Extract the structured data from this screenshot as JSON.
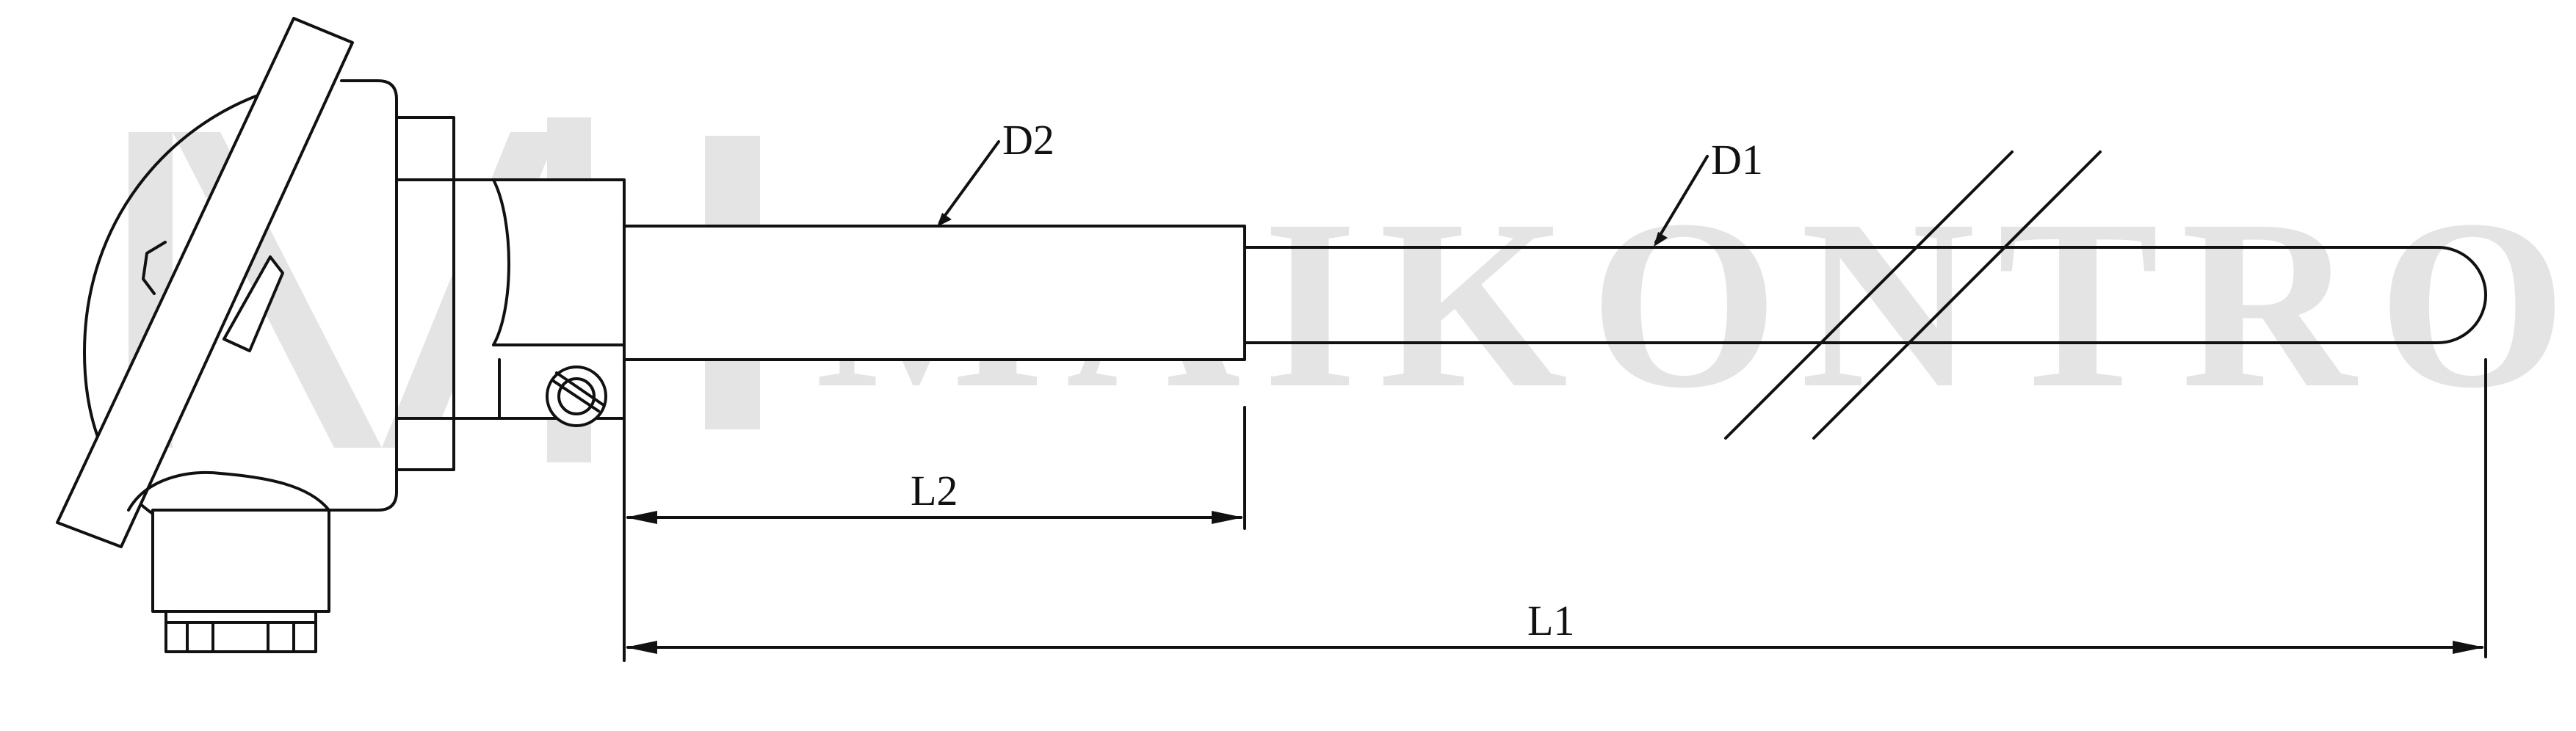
{
  "watermark": {
    "text": "MAIKONTROL",
    "color": "#e4e4e4"
  },
  "labels": {
    "d1": "D1",
    "d2": "D2",
    "l1": "L1",
    "l2": "L2"
  },
  "colors": {
    "line": "#111111",
    "background": "#ffffff"
  }
}
